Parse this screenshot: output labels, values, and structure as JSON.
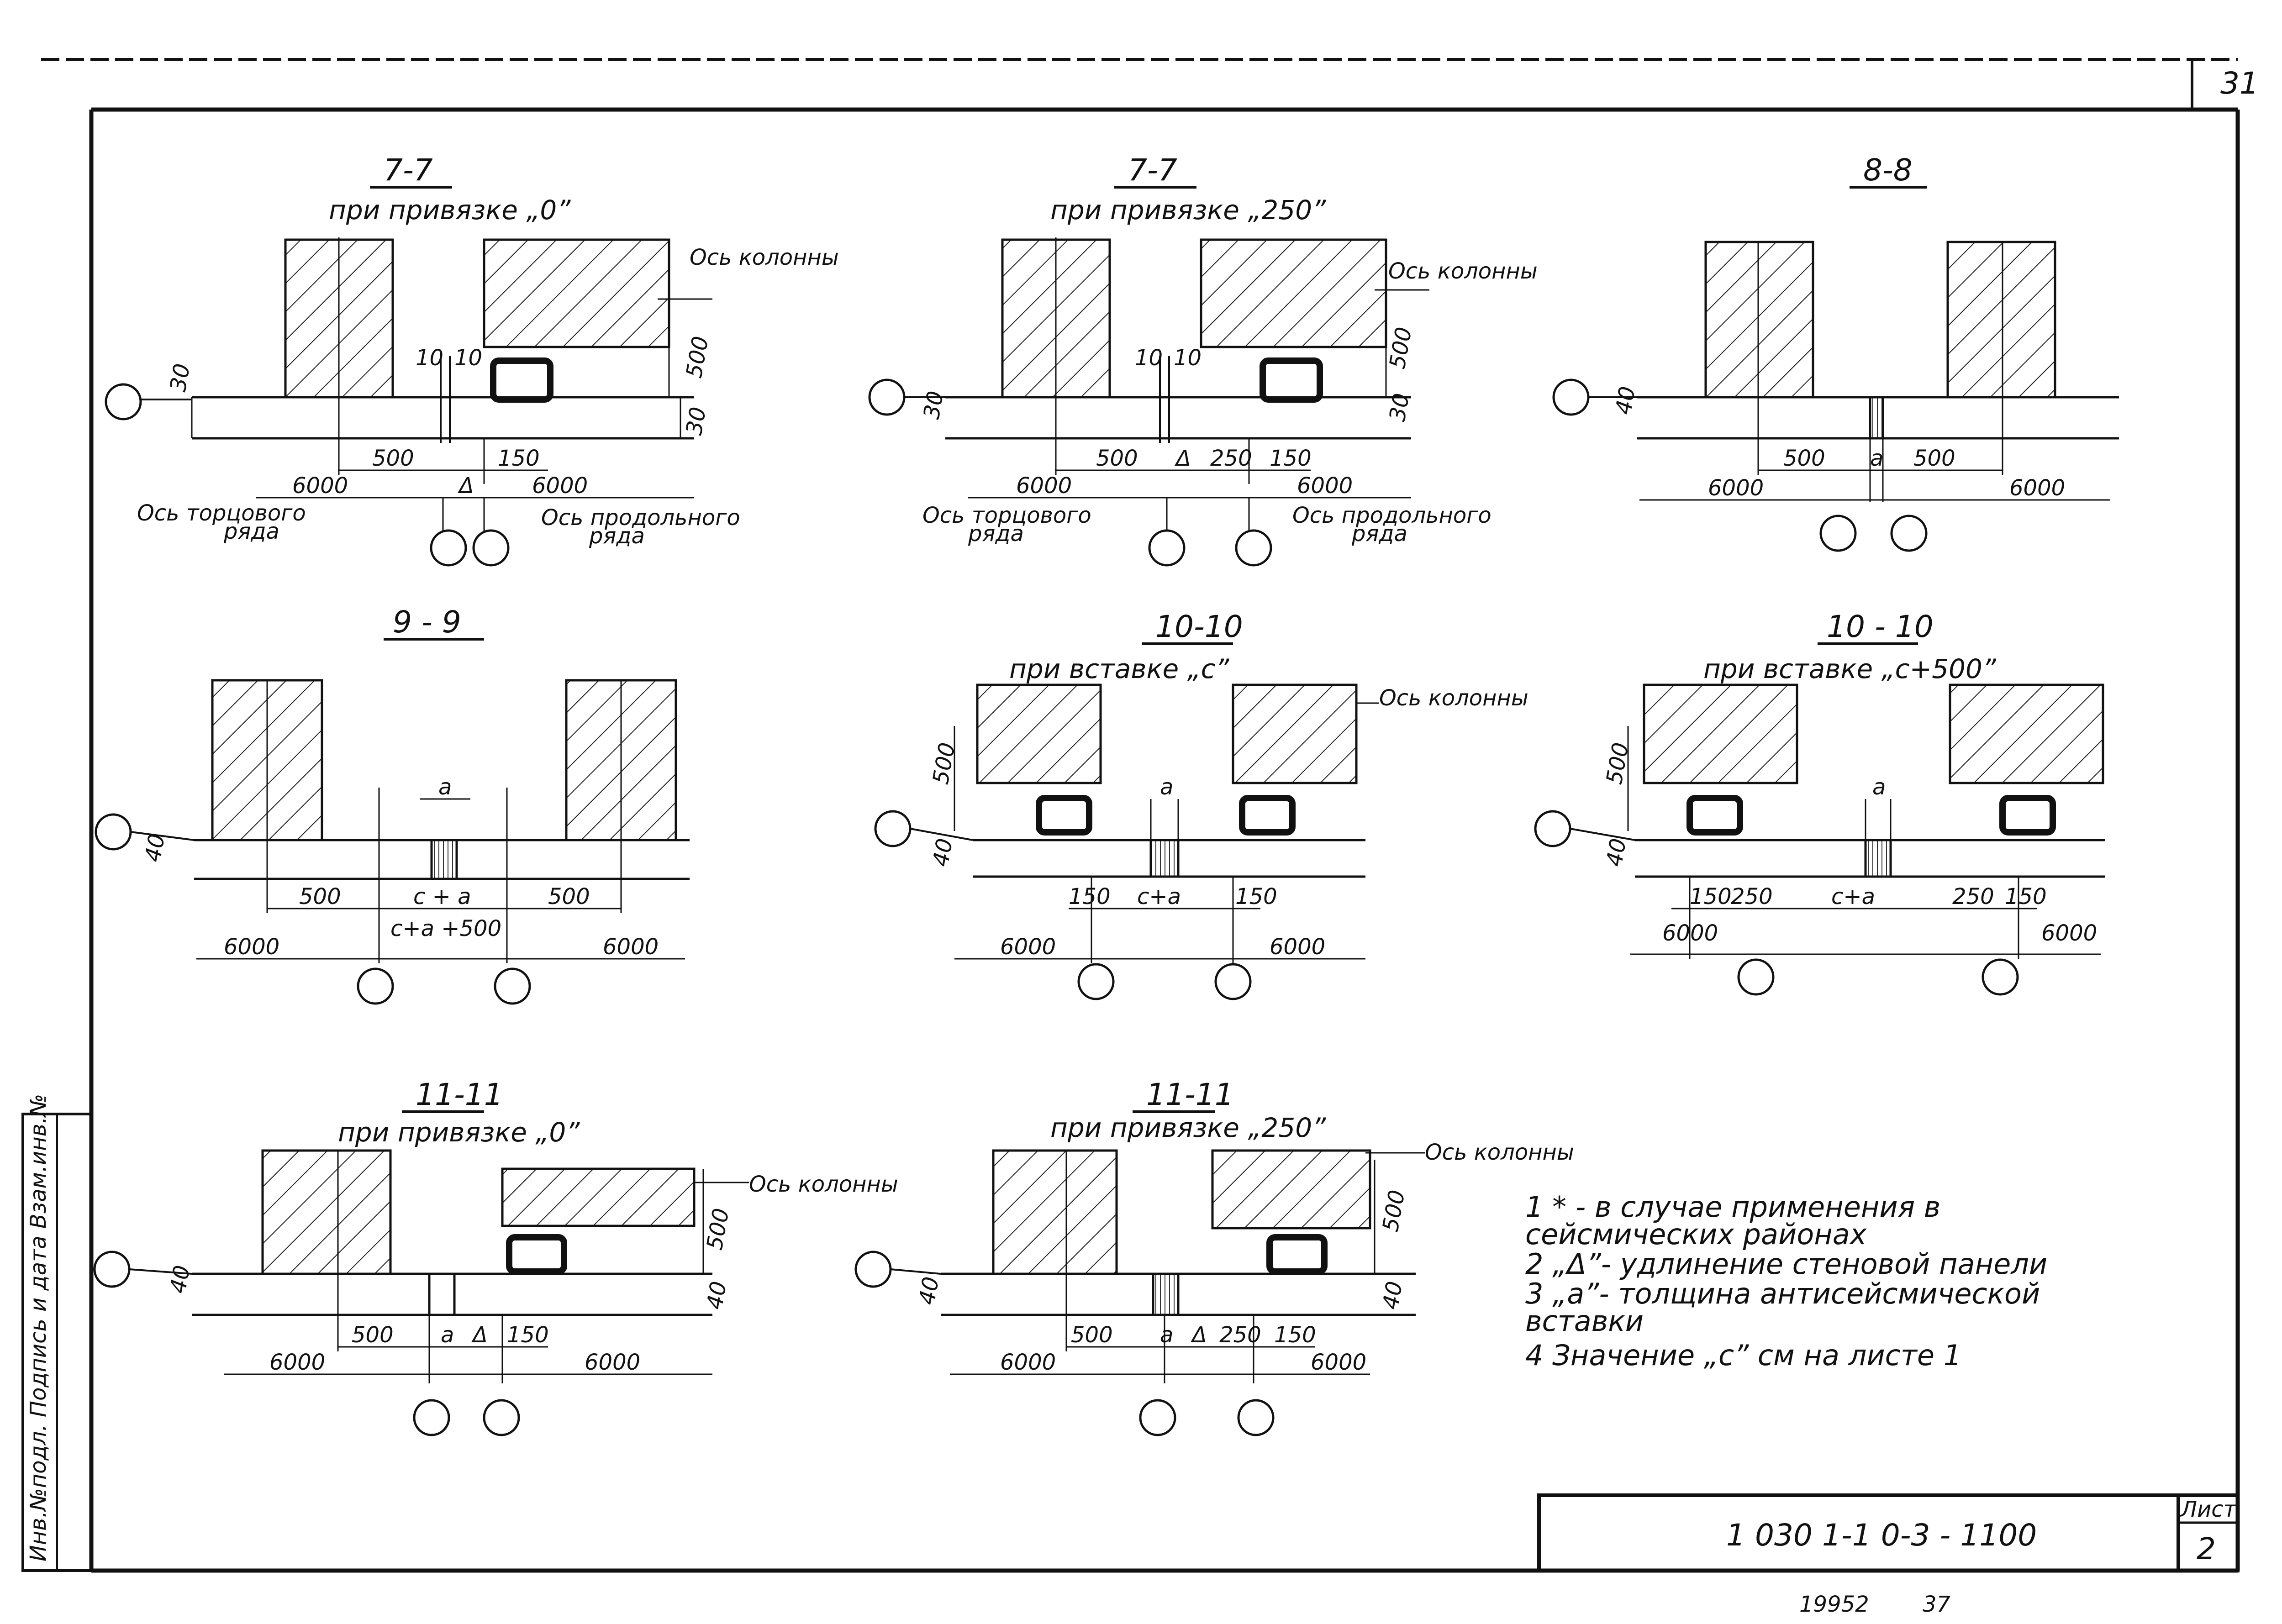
{
  "sheet": {
    "page_number": "31",
    "doc_code": "1 030 1-1 0-3 - 1100",
    "sheet_label": "Лист",
    "sheet_no": "2",
    "footer_code": "19952",
    "footer_page": "37",
    "side_stamp": "Инв.№подл.   Подпись и дата   Взам.инв.№"
  },
  "sections": {
    "s1": {
      "title": "7-7",
      "subtitle": "при привязке „0”",
      "d_top_left": "30",
      "d_gap1": "10",
      "d_gap2": "10",
      "d_h500": "500",
      "d_right": "30",
      "d_500": "500",
      "d_150": "150",
      "d_delta": "Δ",
      "d_6000a": "6000",
      "d_6000b": "6000",
      "axis_col": "Ось колонны",
      "axis_end_1": "Ось торцового",
      "axis_end_2": "ряда",
      "axis_long_1": "Ось продольного",
      "axis_long_2": "ряда"
    },
    "s2": {
      "title": "7-7",
      "subtitle": "при привязке „250”",
      "d_top_left": "30",
      "d_gap1": "10",
      "d_gap2": "10",
      "d_h500": "500",
      "d_right": "30",
      "d_500": "500",
      "d_delta": "Δ",
      "d_250": "250",
      "d_150": "150",
      "d_6000a": "6000",
      "d_6000b": "6000",
      "axis_col": "Ось колонны",
      "axis_end_1": "Ось торцового",
      "axis_end_2": "ряда",
      "axis_long_1": "Ось продольного",
      "axis_long_2": "ряда"
    },
    "s3": {
      "title": "8-8",
      "d_top_left": "40",
      "d_500a": "500",
      "d_a": "a",
      "d_500b": "500",
      "d_6000a": "6000",
      "d_6000b": "6000"
    },
    "s4": {
      "title": "9 - 9",
      "d_top_left": "40",
      "d_a": "a",
      "d_500a": "500",
      "d_ca": "с + a",
      "d_500b": "500",
      "d_total": "с+a +500",
      "d_6000a": "6000",
      "d_6000b": "6000"
    },
    "s5": {
      "title": "10-10",
      "subtitle": "при вставке „с”",
      "d_h500": "500",
      "d_top_left": "40",
      "d_a": "a",
      "d_150a": "150",
      "d_ca": "с+a",
      "d_150b": "150",
      "d_6000a": "6000",
      "d_6000b": "6000",
      "axis_col": "Ось колонны"
    },
    "s6": {
      "title": "10 - 10",
      "subtitle": "при вставке „с+500”",
      "d_h500": "500",
      "d_top_left": "40",
      "d_a": "a",
      "d_150a": "150",
      "d_250a": "250",
      "d_ca": "с+a",
      "d_250b": "250",
      "d_150b": "150",
      "d_6000a": "6000",
      "d_6000b": "6000"
    },
    "s7": {
      "title": "11-11",
      "subtitle": "при привязке „0”",
      "d_top_left": "40",
      "d_h500": "500",
      "d_right": "40",
      "d_500": "500",
      "d_a": "a",
      "d_delta": "Δ",
      "d_150": "150",
      "d_6000a": "6000",
      "d_6000b": "6000",
      "axis_col": "Ось колонны"
    },
    "s8": {
      "title": "11-11",
      "subtitle": "при привязке „250”",
      "d_top_left": "40",
      "d_h500": "500",
      "d_right": "40",
      "d_500": "500",
      "d_a": "a",
      "d_delta": "Δ",
      "d_250": "250",
      "d_150": "150",
      "d_6000a": "6000",
      "d_6000b": "6000",
      "axis_col": "Ось колонны"
    }
  },
  "notes": [
    "1   * - в случае применения в",
    "     сейсмических районах",
    "2  „Δ”- удлинение стеновой панели",
    "3  „a”- толщина антисейсмической",
    "     вставки",
    "4  Значение „с” см на листе 1"
  ]
}
